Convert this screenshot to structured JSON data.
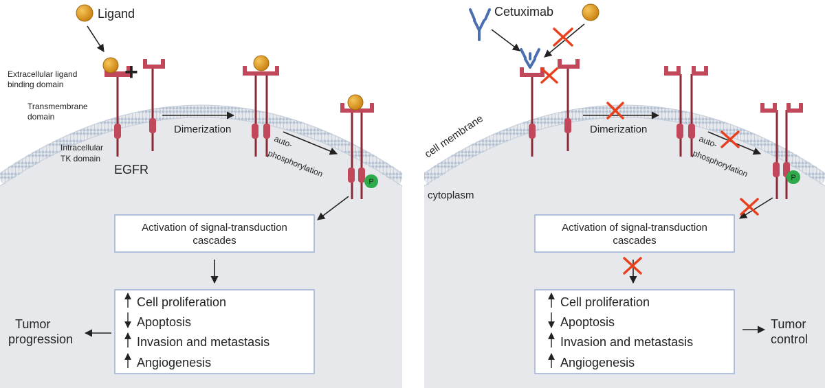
{
  "left": {
    "ligand_label": "Ligand",
    "domain_labels": {
      "extracellular_1": "Extracellular ligand",
      "extracellular_2": "binding domain",
      "transmembrane_1": "Transmembrane",
      "transmembrane_2": "domain",
      "intracellular_1": "Intracellular",
      "intracellular_2": "TK domain"
    },
    "receptor_label": "EGFR",
    "plus_sign": "+",
    "dimerization_label": "Dimerization",
    "autophos_1": "auto-",
    "autophos_2": "phosphorylation",
    "phosphate_label": "P",
    "cascade_1": "Activation of signal-transduction",
    "cascade_2": "cascades",
    "effects": [
      "Cell proliferation",
      "Apoptosis",
      "Invasion and metastasis",
      "Angiogenesis"
    ],
    "outcome_1": "Tumor",
    "outcome_2": "progression"
  },
  "right": {
    "drug_label": "Cetuximab",
    "membrane_label": "cell membrane",
    "cytoplasm_label": "cytoplasm",
    "dimerization_label": "Dimerization",
    "autophos_1": "auto-",
    "autophos_2": "phosphorylation",
    "phosphate_label": "P",
    "cascade_1": "Activation of signal-transduction",
    "cascade_2": "cascades",
    "effects": [
      "Cell proliferation",
      "Apoptosis",
      "Invasion and metastasis",
      "Angiogenesis"
    ],
    "outcome_1": "Tumor",
    "outcome_2": "control"
  },
  "colors": {
    "cell_fill": "#e6e8ec",
    "membrane": "#b9c6d6",
    "receptor": "#c0485a",
    "receptor_stalk": "#8a2a36",
    "ligand": "#e09a1c",
    "antibody": "#4a6fb0",
    "block_x": "#e8401c",
    "phosphate": "#2faa4a",
    "box_border": "#9bb0d4"
  }
}
